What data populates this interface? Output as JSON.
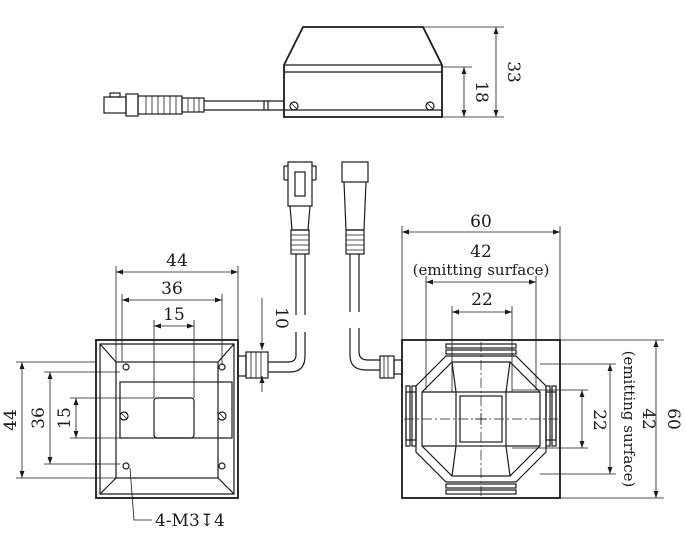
{
  "side_view": {
    "height_overall": "33",
    "height_body": "18"
  },
  "left_view": {
    "width_outer": "44",
    "width_mid": "36",
    "width_inner": "15",
    "height_outer": "44",
    "height_mid": "36",
    "height_inner": "15",
    "cable_offset": "10",
    "mount_note": "4-M3↧4"
  },
  "right_view": {
    "width_outer": "60",
    "width_emit": "42",
    "width_emit_note": "(emitting surface)",
    "width_inner": "22",
    "height_outer": "60",
    "height_emit": "42",
    "height_emit_note": "(emitting surface)",
    "height_inner": "22"
  }
}
